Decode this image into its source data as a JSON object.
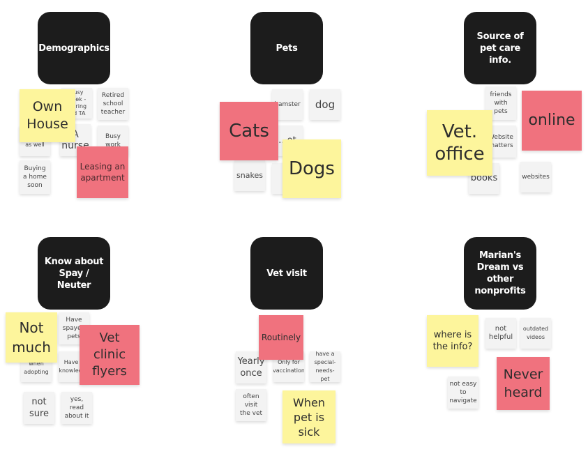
{
  "colors": {
    "header": "#1c1c1c",
    "white_note": "#f3f3f3",
    "yellow_note": "#fdf59c",
    "red_note": "#f0727e"
  },
  "headers": {
    "demographics": "Demographics",
    "pets": "Pets",
    "source": "Source of pet care info.",
    "spay": "Know about Spay / Neuter",
    "vet_visit": "Vet visit",
    "marians": "Marian's Dream vs other nonprofits"
  },
  "notes": {
    "demo_busy_week": "busy week - ...oring ...d TA",
    "demo_retired": "Retired school teacher",
    "demo_a_nurse": "A nurse",
    "demo_busy_work": "Busy work",
    "demo_designer": "designer as well",
    "demo_buying": "Buying a home soon",
    "demo_own_house": "Own House",
    "demo_leasing": "Leasing an apartment",
    "pets_hamster": "hamster",
    "pets_dog": "dog",
    "pets_partial": "...ot",
    "pets_snakes": "snakes",
    "pets_partial2": "...",
    "pets_cats": "Cats",
    "pets_dogs": "Dogs",
    "src_friends": "friends with pets",
    "src_website": "Website matters",
    "src_books": "books",
    "src_websites": "websites",
    "src_vet_office": "Vet. office",
    "src_online": "online",
    "spay_have_spayed": "Have spayed pets",
    "spay_have_it": "Have it knowledge",
    "spay_when": "when adopting",
    "spay_not_sure": "not sure",
    "spay_yes_read": "yes, read about it",
    "spay_not_much": "Not much",
    "spay_vet_clinic": "Vet clinic flyers",
    "vet_yearly": "Yearly once",
    "vet_only_vacc": "Only for vaccination",
    "vet_special": "have a special-needs-pet",
    "vet_often": "often visit the vet",
    "vet_routinely": "Routinely",
    "vet_when_sick": "When pet is sick",
    "md_not_helpful": "not helpful",
    "md_outdated": "outdated videos",
    "md_not_easy": "not easy to navigate",
    "md_where": "where is the info?",
    "md_never": "Never heard"
  }
}
